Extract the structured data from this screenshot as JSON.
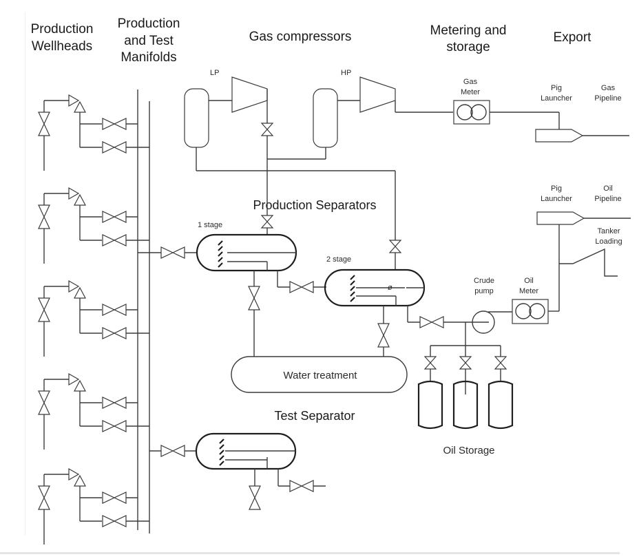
{
  "diagram": {
    "title": "Oil and gas production process flow",
    "section_headers": {
      "wellheads": [
        "Production",
        "Wellheads"
      ],
      "manifolds": [
        "Production",
        "and Test",
        "Manifolds"
      ],
      "compressors": "Gas compressors",
      "metering": [
        "Metering and",
        "storage"
      ],
      "export": "Export"
    },
    "compressors": {
      "lp_label": "LP",
      "hp_label": "HP"
    },
    "gas_meter": [
      "Gas",
      "Meter"
    ],
    "gas_pig_launcher": [
      "Pig",
      "Launcher"
    ],
    "gas_pipeline": [
      "Gas",
      "Pipeline"
    ],
    "oil_pig_launcher": [
      "Pig",
      "Launcher"
    ],
    "oil_pipeline": [
      "Oil",
      "Pipeline"
    ],
    "tanker_loading": [
      "Tanker",
      "Loading"
    ],
    "production_separators": "Production Separators",
    "stage1_label": "1 stage",
    "stage2_label": "2 stage",
    "stage2_marker": "ø",
    "crude_pump": [
      "Crude",
      "pump"
    ],
    "oil_meter": [
      "Oil",
      "Meter"
    ],
    "water_treatment": "Water treatment",
    "test_separator": "Test Separator",
    "oil_storage": "Oil Storage",
    "wellhead_count": 5,
    "storage_tank_count": 3
  }
}
